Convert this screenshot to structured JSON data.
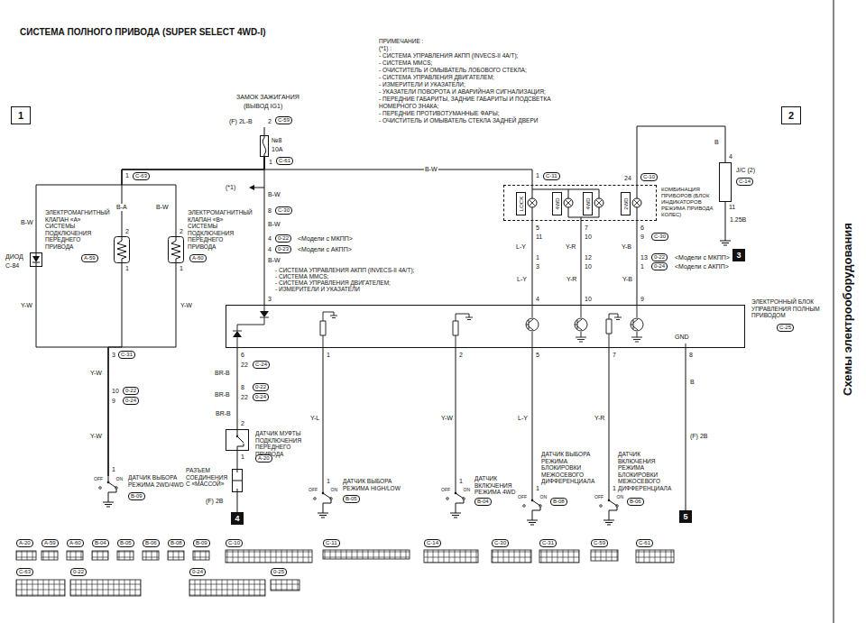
{
  "diagram": {
    "title": "СИСТЕМА ПОЛНОГО ПРИВОДА (SUPER SELECT 4WD-I)",
    "nodes": [
      {
        "text": [
          "1"
        ]
      },
      {
        "text": [
          "2"
        ]
      },
      {
        "text": [
          "№8",
          "10A"
        ]
      },
      {
        "text": [
          "ДИОД",
          "C-84"
        ]
      },
      {
        "text": [
          "ЭЛЕКТРОМАГНИТНЫЙ КЛАПАН «А» СИСТЕМЫ ПОДКЛЮЧЕНИЯ ПЕРЕДНЕГО ПРИВОДА",
          "A-59"
        ]
      },
      {
        "text": [
          "ЭЛЕКТРОМАГНИТНЫЙ КЛАПАН «В» СИСТЕМЫ ПОДКЛЮЧЕНИЯ ПЕРЕДНЕГО ПРИВОДА",
          "A-60"
        ]
      },
      {
        "text": [
          "КОМБИНАЦИЯ ПРИБОРОВ (БЛОК ИНДИКАТОРОВ РЕЖИМА ПРИВОДА КОЛЕС)"
        ]
      },
      {
        "text": [
          "LOCK"
        ],
        "in": 6
      },
      {
        "text": [
          "4WD"
        ],
        "in": 6
      },
      {
        "text": [
          "4WD"
        ],
        "in": 6
      },
      {
        "text": [
          "2WD"
        ],
        "in": 6
      },
      {
        "text": [
          "J/C (2)",
          "C-14"
        ]
      },
      {
        "text": [
          "3"
        ]
      },
      {
        "text": [
          "ЭЛЕКТРОННЫЙ БЛОК УПРАВЛЕНИЯ ПОЛНЫМ ПРИВОДОМ",
          "C-25"
        ]
      },
      {
        "text": [
          "ДАТЧИК ВЫБОРА РЕЖИМА 2WD/4WD",
          "B-09",
          "OFF",
          "ON"
        ]
      },
      {
        "text": [
          "ДАТЧИК МУФТЫ ПОДКЛЮЧЕНИЯ ПЕРЕДНЕГО ПРИВОДА",
          "A-20"
        ]
      },
      {
        "text": [
          "РАЗЪЕМ СОЕДИНЕНИЯ С «МАССОЙ»"
        ]
      },
      {
        "text": [
          "4"
        ]
      },
      {
        "text": [
          "ДАТЧИК ВЫБОРА РЕЖИМА HIGH/LOW",
          "B-05",
          "OFF",
          "ON"
        ]
      },
      {
        "text": [
          "ДАТЧИК ВКЛЮЧЕНИЯ РЕЖИМА 4WD",
          "B-04",
          "OFF",
          "ON"
        ]
      },
      {
        "text": [
          "ДАТЧИК ВЫБОРА РЕЖИМА БЛОКИРОВКИ МЕЖОСЕВОГО ДИФФЕРЕНЦИАЛА",
          "B-08",
          "OFF",
          "ON"
        ]
      },
      {
        "text": [
          "ДАТЧИК ВКЛЮЧЕНИЯ РЕЖИМА БЛОКИРОВКИ МЕЖОСЕВОГО ДИФФЕРЕНЦИАЛА",
          "B-06",
          "OFF",
          "ON"
        ]
      },
      {
        "text": [
          "5"
        ]
      }
    ],
    "edges": [
      {
        "from": 2,
        "to": 3,
        "arrow": "none",
        "label": "B-W"
      },
      {
        "from": 2,
        "to": 4,
        "arrow": "none",
        "label": "B-A"
      },
      {
        "from": 2,
        "to": 5,
        "arrow": "none",
        "label": "B-W"
      },
      {
        "from": 2,
        "to": 6,
        "arrow": "none",
        "label": "B-W"
      },
      {
        "from": 2,
        "to": 13,
        "arrow": "none"
      },
      {
        "from": 3,
        "to": 14,
        "arrow": "none",
        "label": "Y-W"
      },
      {
        "from": 4,
        "to": 14,
        "arrow": "none"
      },
      {
        "from": 5,
        "to": 14,
        "arrow": "none",
        "label": "Y-W"
      },
      {
        "from": 6,
        "to": 13,
        "arrow": "none",
        "label": "L-Y"
      },
      {
        "from": 6,
        "to": 13,
        "arrow": "none",
        "label": "Y-R"
      },
      {
        "from": 6,
        "to": 13,
        "arrow": "none",
        "label": "Y-B"
      },
      {
        "from": 6,
        "to": 11,
        "arrow": "none",
        "label": "B"
      },
      {
        "from": 13,
        "to": 15,
        "arrow": "none",
        "label": "BR-B"
      },
      {
        "from": 15,
        "to": 16,
        "arrow": "none"
      },
      {
        "from": 16,
        "to": 17,
        "arrow": "none"
      },
      {
        "from": 13,
        "to": 18,
        "arrow": "none",
        "label": "Y-L"
      },
      {
        "from": 13,
        "to": 19,
        "arrow": "none",
        "label": "Y-W"
      },
      {
        "from": 13,
        "to": 20,
        "arrow": "none",
        "label": "L-Y"
      },
      {
        "from": 13,
        "to": 21,
        "arrow": "none",
        "label": "Y-R"
      },
      {
        "from": 13,
        "to": 22,
        "arrow": "none",
        "label": "B"
      }
    ],
    "labels": [
      "ПРИМЕЧАНИЕ :",
      "(*1) :",
      "- СИСТЕМА УПРАВЛЕНИЯ АКПП (INVECS-II 4A/T);",
      "- СИСТЕМА ММСS;",
      "- ОЧИСТИТЕЛЬ И ОМЫВАТЕЛЬ ЛОБОВОГО СТЕКЛА;",
      "- СИСТЕМА УПРАВЛЕНИЯ ДВИГАТЕЛЕМ;",
      "- ИЗМЕРИТЕЛИ И УКАЗАТЕЛИ;",
      "- УКАЗАТЕЛИ ПОВОРОТА И АВАРИЙНАЯ СИГНАЛИЗАЦИЯ;",
      "- ПЕРЕДНИЕ ГАБАРИТЫ, ЗАДНИЕ ГАБАРИТЫ И ПОДСВЕТКА НОМЕРНОГО ЗНАКА;",
      "- ПЕРЕДНИЕ ПРОТИВОТУМАННЫЕ ФАРЫ;",
      "- ОЧИСТИТЕЛЬ И ОМЫВАТЕЛЬ СТЕКЛА ЗАДНЕЙ ДВЕРИ",
      "Схемы электрооборудования",
      "ЗАМОК ЗАЖИГАНИЯ",
      "(ВЫВОД IG1)",
      "(F) 2L-B",
      "2",
      "C-59",
      "1",
      "C-61",
      "1",
      "C-63",
      "2",
      "1",
      "2",
      "1",
      "(*1)",
      "B-W",
      "8",
      "C-30",
      "B-W",
      "4",
      "0-22",
      "<Модели с МКПП>",
      "4",
      "0-23",
      "<Модели с АКПП>",
      "B-W",
      "- СИСТЕМА УПРАВЛЕНИЯ АКПП (INVECS-II 4A/T);",
      "- СИСТЕМА ММСS;",
      "- СИСТЕМА УПРАВЛЕНИЯ ДВИГАТЕЛЕМ;",
      "- ИЗМЕРИТЕЛИ И УКАЗАТЕЛИ",
      "3",
      "1",
      "C-11",
      "24",
      "C-10",
      "4",
      "11",
      "1.25B",
      "5",
      "7",
      "6",
      "11",
      "10",
      "9",
      "C-30",
      "L-Y",
      "Y-R",
      "Y-B",
      "1",
      "12",
      "13",
      "0-22",
      "<Модели с МКПП>",
      "3",
      "10",
      "1",
      "0-24",
      "<Модели с АКПП>",
      "4",
      "10",
      "9",
      "GND",
      "6",
      "1",
      "2",
      "5",
      "7",
      "8",
      "22",
      "C-24",
      "BR-B",
      "8",
      "0-22",
      "22",
      "0-24",
      "BR-B",
      "2",
      "1",
      "(F) 2B",
      "3",
      "C-31",
      "Y-W",
      "10",
      "0-22",
      "9",
      "0-24",
      "Y-W",
      "1",
      "1",
      "1",
      "1",
      "1",
      "(F) 2B",
      "A-20",
      "A-59",
      "A-60",
      "B-04",
      "B-05",
      "B-06",
      "B-08",
      "B-09",
      "C-10",
      "C-11",
      "C-14",
      "C-30",
      "C-31",
      "C-59",
      "C-61",
      "C-63",
      "0-22",
      "0-24",
      "0-25"
    ]
  }
}
